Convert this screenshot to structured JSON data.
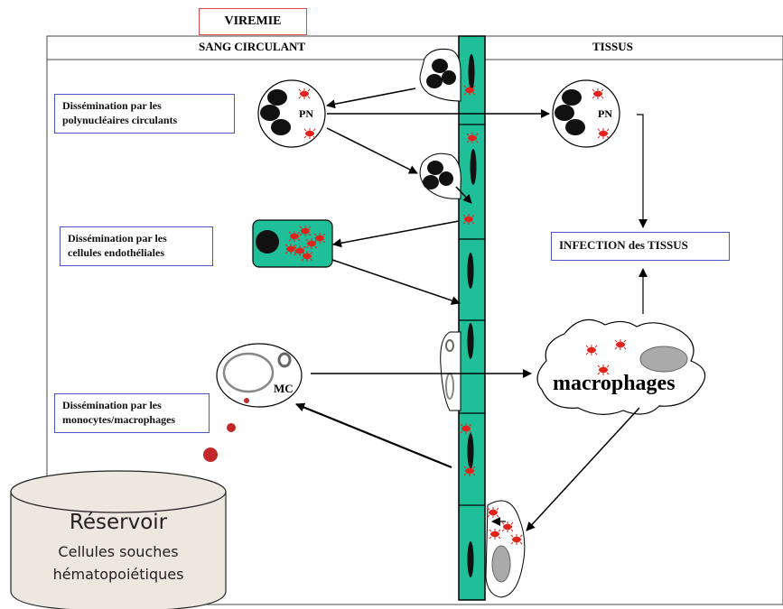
{
  "title": "VIREMIE",
  "headers": {
    "left": "SANG CIRCULANT",
    "right": "TISSUS"
  },
  "boxes": {
    "polynuclear": [
      "Dissémination par les",
      "polynucléaires circulants"
    ],
    "endothelial": [
      "Dissémination par les",
      "cellules endothéliales"
    ],
    "monocyte": [
      "Dissémination par les",
      "monocytes/macrophages"
    ],
    "infection": "INFECTION des TISSUS"
  },
  "cell_labels": {
    "pn_blood": "PN",
    "pn_tissue": "PN",
    "mc": "MC",
    "macrophages": "macrophages"
  },
  "reservoir": {
    "title": "Réservoir",
    "line1": "Cellules souches",
    "line2": "hématopoiétiques"
  },
  "colors": {
    "endothelium": "#1fbf9a",
    "bacteria": "#e0231c",
    "box_border": "#4a55c8",
    "title_border": "#e0464a",
    "droplet": "#c0282a",
    "reservoir_fill": "#ece7df"
  }
}
